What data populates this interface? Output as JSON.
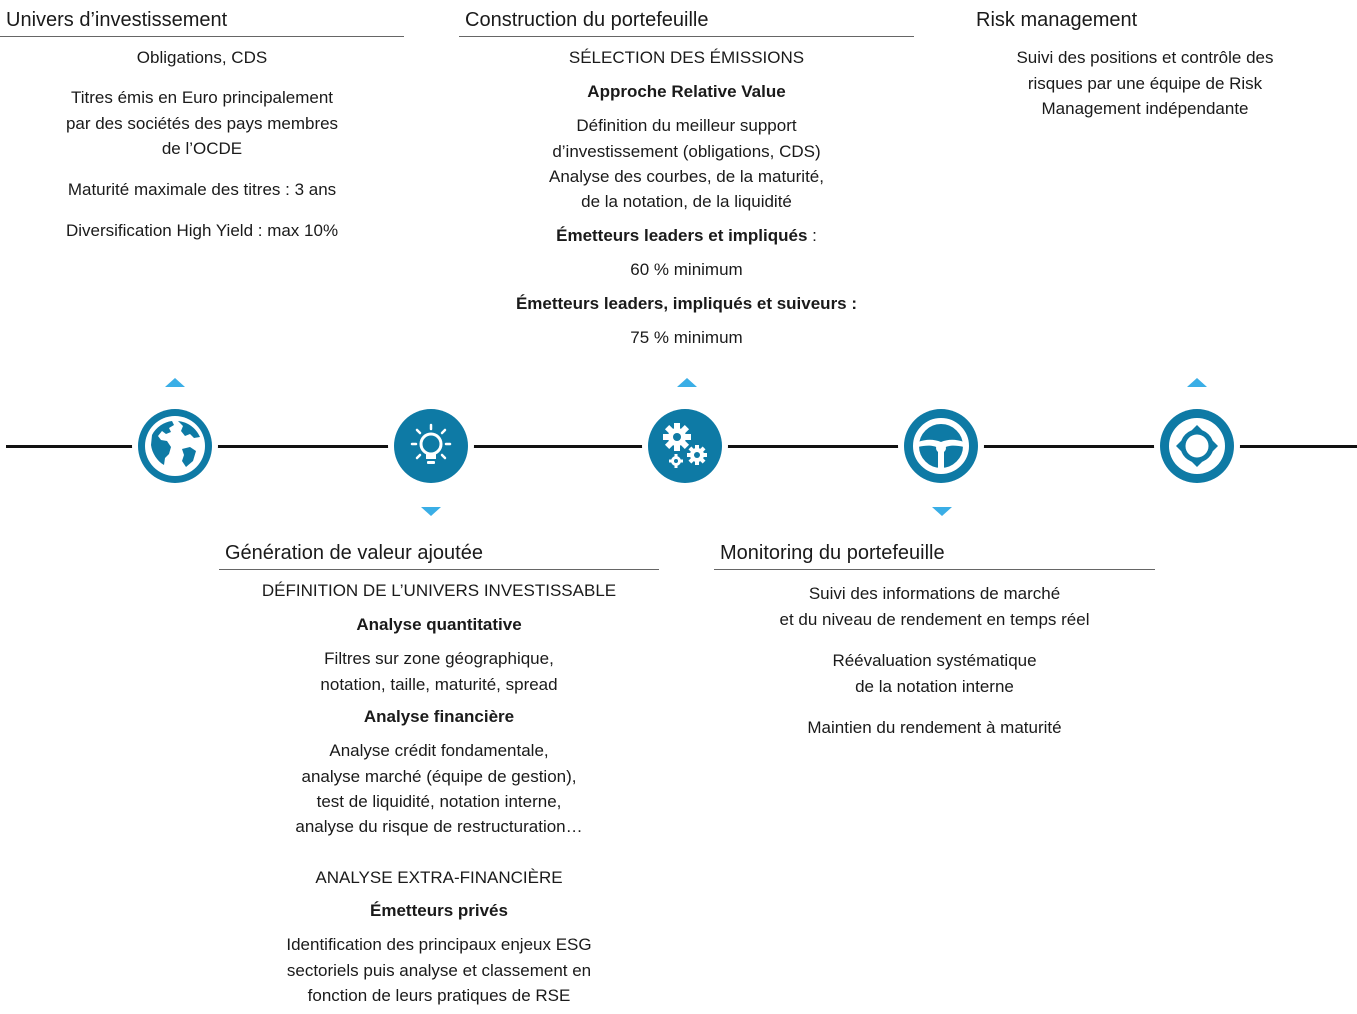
{
  "accent_color": "#0e7aa5",
  "marker_color": "#3aaee6",
  "univers": {
    "title": "Univers d’investissement",
    "lines": [
      "Obligations, CDS",
      "Titres émis en Euro principalement",
      "par  des sociétés des pays membres",
      "de l’OCDE",
      "Maturité maximale des titres : 3 ans",
      "Diversification High Yield : max 10%"
    ]
  },
  "construction": {
    "title": "Construction du portefeuille",
    "section": "SÉLECTION DES ÉMISSIONS",
    "h1": "Approche Relative Value",
    "p1": [
      "Définition du meilleur support",
      "d’investissement (obligations, CDS)",
      "Analyse des courbes, de la maturité,",
      "de la notation, de la liquidité"
    ],
    "h2_bold": "Émetteurs leaders et impliqués",
    "h2_rest": " :",
    "v2": "60 % minimum",
    "h3": "Émetteurs leaders, impliqués et suiveurs :",
    "v3": "75 % minimum"
  },
  "risk": {
    "title": "Risk management",
    "lines": [
      "Suivi des positions et contrôle des",
      "risques par une équipe de Risk",
      "Management indépendante"
    ]
  },
  "generation": {
    "title": "Génération de valeur ajoutée",
    "section": "DÉFINITION DE L’UNIVERS INVESTISSABLE",
    "h1": "Analyse quantitative",
    "p1": [
      "Filtres sur zone géographique,",
      "notation, taille, maturité, spread"
    ],
    "h2": "Analyse financière",
    "p2": [
      "Analyse crédit fondamentale,",
      "analyse marché (équipe de gestion),",
      "test de liquidité, notation interne,",
      "analyse du risque de restructuration…"
    ],
    "section2": "ANALYSE EXTRA-FINANCIÈRE",
    "h3": "Émetteurs privés",
    "p3": [
      "Identification des principaux enjeux ESG",
      "sectoriels puis analyse et classement en",
      "fonction de leurs pratiques de RSE"
    ]
  },
  "monitoring": {
    "title": "Monitoring du portefeuille",
    "p1": [
      "Suivi des informations de marché",
      "et du niveau de rendement en temps réel"
    ],
    "p2": [
      "Réévaluation systématique",
      "de la notation interne"
    ],
    "p3": "Maintien du rendement à maturité"
  },
  "icons": [
    "globe-icon",
    "lightbulb-icon",
    "gears-icon",
    "steering-wheel-icon",
    "cycle-arrows-icon"
  ]
}
